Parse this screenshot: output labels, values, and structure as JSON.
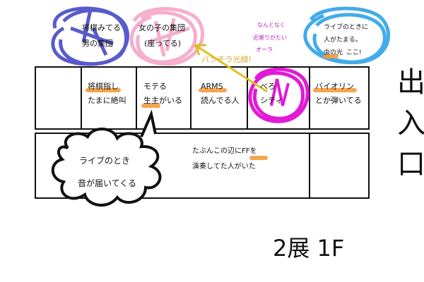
{
  "drawing": {
    "circles": {
      "blue": {
        "label_line1": "将棋みてる",
        "label_line2": "男の集団",
        "color": "#3b3fc4"
      },
      "pink": {
        "label_line1": "女の子の集団",
        "label_line2": "(座ってる)",
        "color": "#f4a6c7"
      },
      "cyan": {
        "label_line1": "ライブのときに",
        "label_line2": "人がたまる。",
        "label_line3_pre": "虫の光",
        "label_line3_post": "ここ!",
        "color": "#2ea3e8"
      }
    },
    "side_note": {
      "line1": "なんとなく",
      "line2": "近寄りがたい",
      "line3": "オーラ",
      "color": "#c21bc0"
    },
    "beam_label": {
      "text": "パンチラ光線!",
      "color": "#e0b43a"
    },
    "top_row_cells": [
      {
        "line1": "",
        "line2": ""
      },
      {
        "line1": "将棋指し",
        "line2": "たまに絶叫"
      },
      {
        "line1": "モテる",
        "line2": "生主がいる"
      },
      {
        "line1": "ARMS",
        "line2": "読んでる人"
      },
      {
        "line1": "べろ",
        "line2": "シティ"
      },
      {
        "line1": "バイオリン",
        "line2": "とか弾いてる"
      }
    ],
    "bottom_row": {
      "cloud_line1": "ライブのとき",
      "cloud_line2": "音が届いてくる",
      "note_line1": "たぶんこの辺にFFを",
      "note_line2": "演奏してた人がいた"
    },
    "exit_label": "出入口",
    "floor_label": "2展 1F",
    "highlight_color": "#f59c3c",
    "magenta_color": "#e21ad6"
  }
}
